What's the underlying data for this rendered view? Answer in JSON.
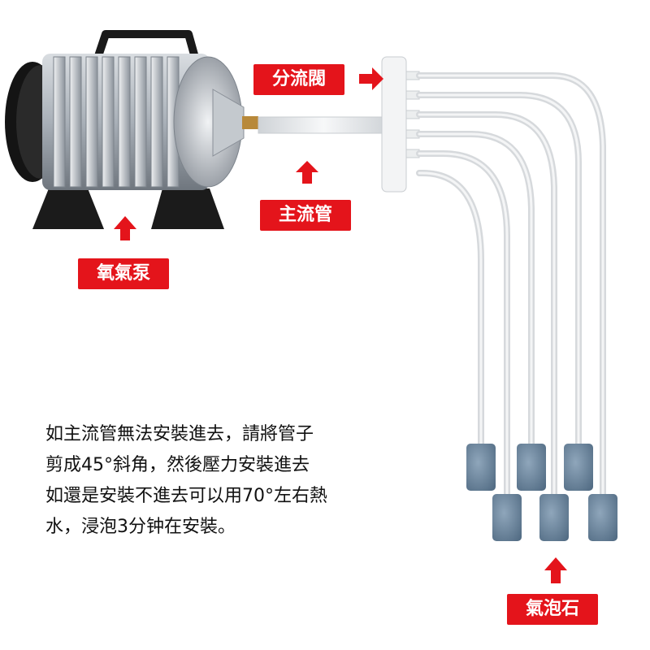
{
  "labels": {
    "splitter": "分流閥",
    "main_tube": "主流管",
    "pump": "氧氣泵",
    "airstone": "氣泡石"
  },
  "note": {
    "line1": "如主流管無法安裝進去，請將管子",
    "line2": "剪成45°斜角，然後壓力安裝進去",
    "line3": "如還是安裝不進去可以用70°左右熱",
    "line4": "水，浸泡3分钟在安裝。"
  },
  "colors": {
    "label_bg": "#e4141b",
    "arrow": "#e4141b",
    "tube": "#e6e8ea",
    "stone": "#6f8aa3"
  }
}
